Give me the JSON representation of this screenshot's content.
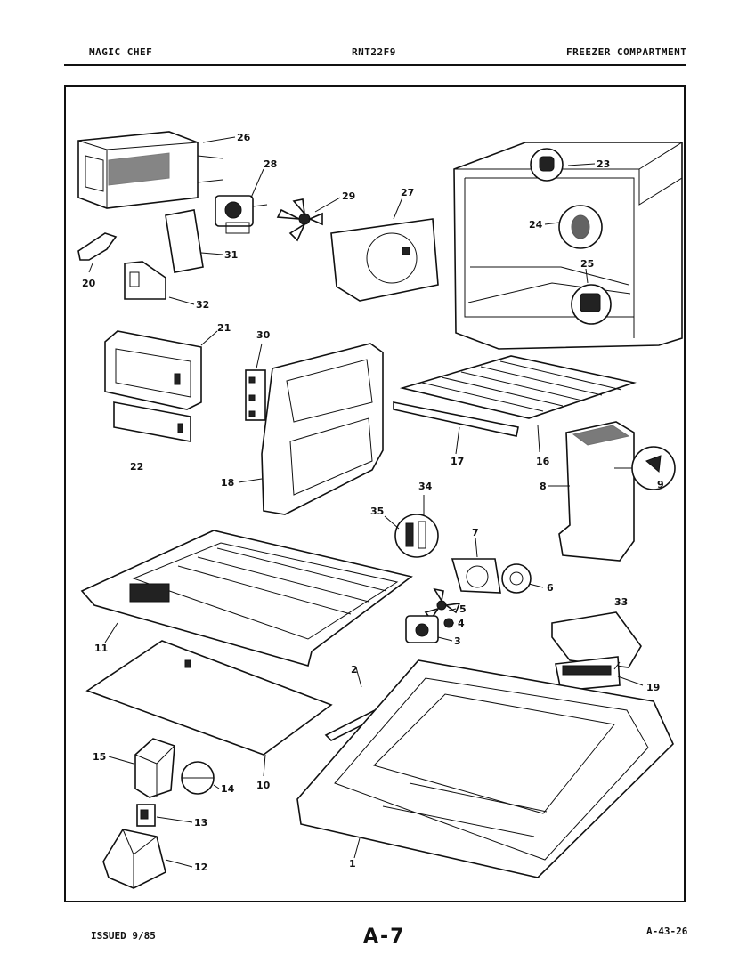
{
  "header": {
    "brand": "MAGIC CHEF",
    "model": "RNT22F9",
    "section": "FREEZER COMPARTMENT"
  },
  "footer": {
    "issued": "ISSUED 9/85",
    "page": "A-7",
    "code": "A-43-26"
  },
  "callouts": [
    "1",
    "2",
    "3",
    "4",
    "5",
    "6",
    "7",
    "8",
    "9",
    "10",
    "11",
    "12",
    "13",
    "14",
    "15",
    "16",
    "17",
    "18",
    "19",
    "20",
    "21",
    "22",
    "23",
    "24",
    "25",
    "26",
    "27",
    "28",
    "29",
    "30",
    "31",
    "32",
    "33",
    "34",
    "35"
  ]
}
